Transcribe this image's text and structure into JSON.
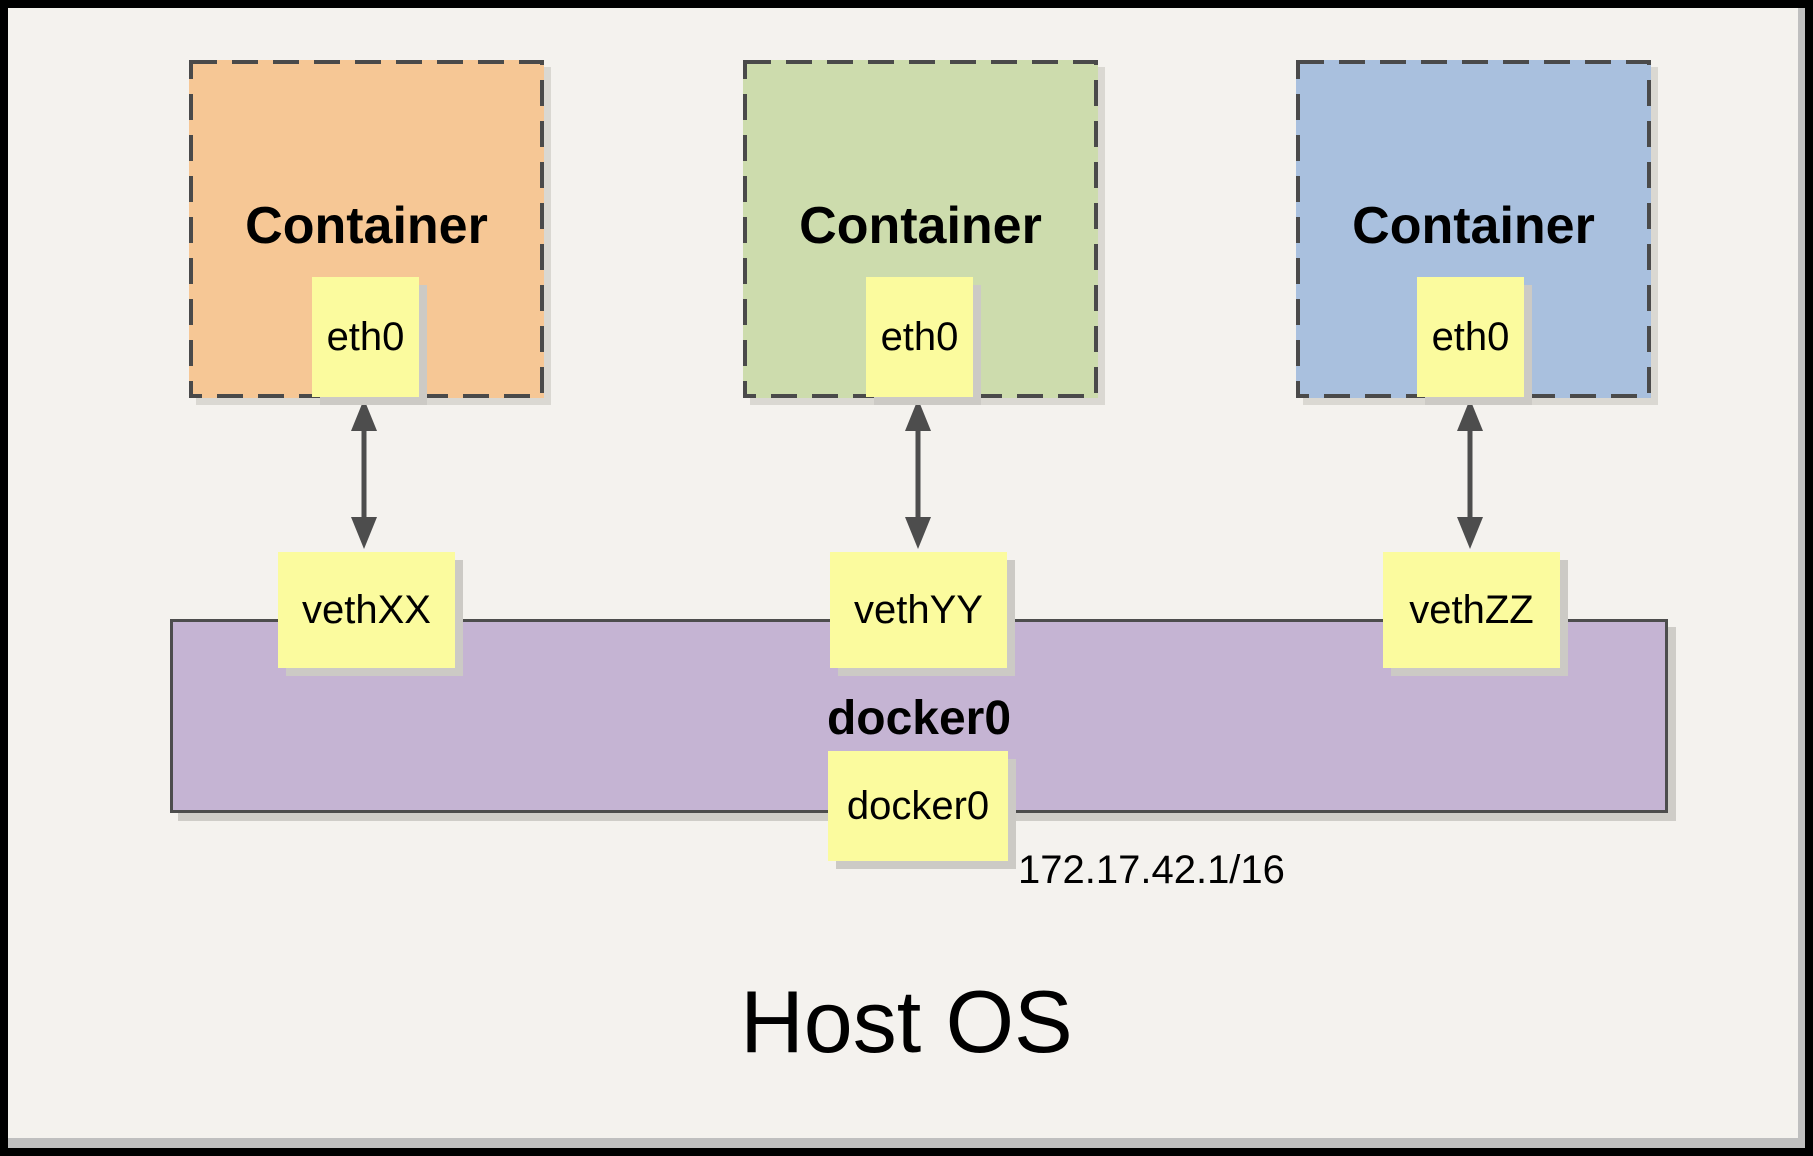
{
  "diagram": {
    "title": "Host OS",
    "containers": [
      {
        "label": "Container",
        "interface": "eth0",
        "veth": "vethXX",
        "fill": "#F6C795"
      },
      {
        "label": "Container",
        "interface": "eth0",
        "veth": "vethYY",
        "fill": "#CDDCAD"
      },
      {
        "label": "Container",
        "interface": "eth0",
        "veth": "vethZZ",
        "fill": "#A9C0DE"
      }
    ],
    "bridge": {
      "name": "docker0",
      "interface": "docker0",
      "ip": "172.17.42.1/16",
      "fill": "#C5B4D3"
    },
    "colors": {
      "page_bg": "#F4F2EE",
      "note_yellow": "#FBFB9E",
      "arrow": "#4D4D4D",
      "dash_border": "#4A4A4A",
      "frame": "#000000"
    }
  }
}
